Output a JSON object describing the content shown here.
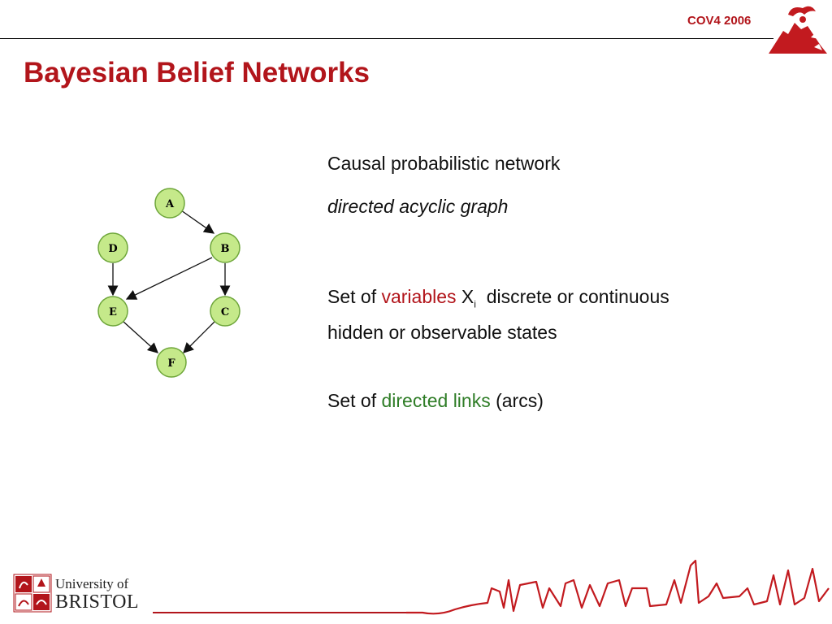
{
  "header": {
    "label": "COV4 2006",
    "logo_icon": "volcano-logo-icon",
    "accent_color": "#b2151b"
  },
  "slide": {
    "title": "Bayesian Belief Networks"
  },
  "diagram": {
    "nodes": [
      "A",
      "B",
      "C",
      "D",
      "E",
      "F"
    ],
    "edges": [
      [
        "A",
        "B"
      ],
      [
        "B",
        "E"
      ],
      [
        "B",
        "C"
      ],
      [
        "D",
        "E"
      ],
      [
        "E",
        "F"
      ],
      [
        "C",
        "F"
      ]
    ],
    "node_fill": "#c5e98a",
    "node_stroke": "#6ea63a"
  },
  "content": {
    "line1": "Causal probabilistic network",
    "line2": "directed acyclic graph",
    "vars_prefix": "Set of ",
    "vars_highlight": "variables",
    "vars_symbol": "X",
    "vars_subscript": "i",
    "vars_suffix": "  discrete or continuous",
    "vars_line2": "hidden or observable states",
    "links_prefix": "Set of ",
    "links_highlight": "directed links",
    "links_suffix": " (arcs)"
  },
  "footer": {
    "university_line1": "University of",
    "university_line2": "BRISTOL",
    "crest_icon": "university-crest-icon",
    "skyline_icon": "bristol-skyline-icon"
  }
}
